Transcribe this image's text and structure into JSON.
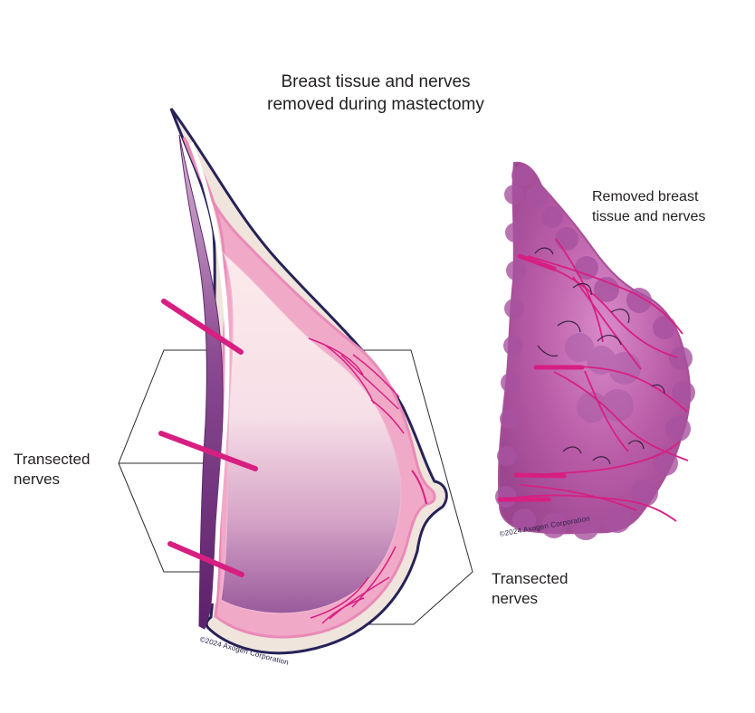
{
  "diagram": {
    "title_line_1": "Breast tissue and nerves",
    "title_line_2": "removed during mastectomy",
    "removed_label_line_1": "Removed breast",
    "removed_label_line_2": "tissue and nerves",
    "transected_left_line_1": "Transected",
    "transected_left_line_2": "nerves",
    "transected_bottom_line_1": "Transected",
    "transected_bottom_line_2": "nerves",
    "copyright_left": "©2024 Axogen Corporation",
    "copyright_right": "©2024 Axogen Corporation"
  },
  "colors": {
    "outline": "#262258",
    "skin": "#efe5dc",
    "fatty_tissue": "#f1a9c8",
    "gland_light": "#fbe9ec",
    "gland_dark": "#9d5a9b",
    "muscle_dark": "#5d276b",
    "nerve": "#d71f82",
    "removed_tissue": "#b35aa4"
  }
}
